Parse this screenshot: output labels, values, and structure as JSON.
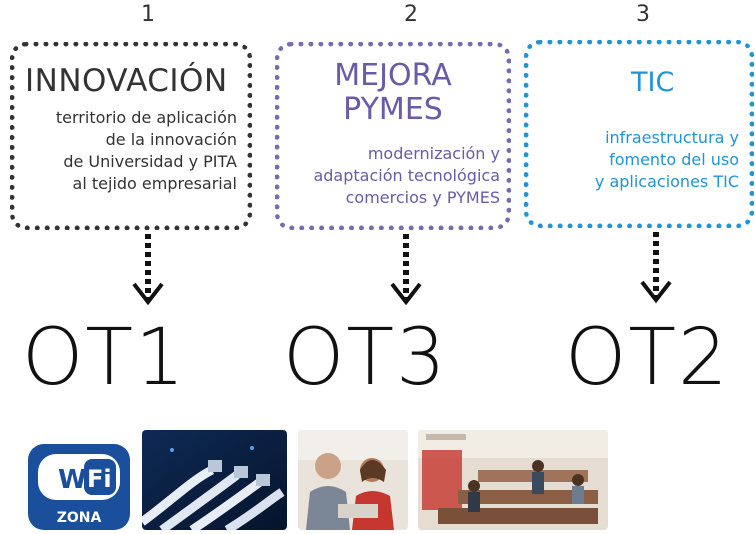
{
  "steps": [
    {
      "number": "1",
      "title": "INNOVACIÓN",
      "lines": [
        "territorio de aplicación",
        "de la innovación",
        "de Universidad y PITA",
        "al tejido empresarial"
      ],
      "ot": "OT1",
      "color": "#333333"
    },
    {
      "number": "2",
      "title_lines": [
        "MEJORA",
        "PYMES"
      ],
      "lines": [
        "modernización y",
        "adaptación tecnológica",
        "comercios y PYMES"
      ],
      "ot": "OT3",
      "color": "#6b5aa8"
    },
    {
      "number": "3",
      "title": "TIC",
      "lines": [
        "infraestructura y",
        "fomento del uso",
        "y aplicaciones TIC"
      ],
      "ot": "OT2",
      "color": "#1f94d6"
    }
  ],
  "images": {
    "wifi": {
      "wi": "Wi",
      "fi": "Fi",
      "zona": "ZONA",
      "color": "#1a4f9c"
    },
    "cables": "network-cables",
    "people": "people-at-computer",
    "office": "office-space"
  }
}
